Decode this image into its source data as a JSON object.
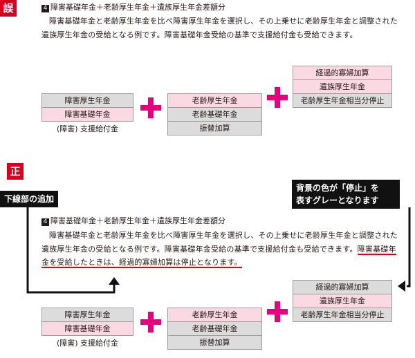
{
  "wrong": {
    "badge": "誤",
    "heading_num": "4",
    "heading": "障害基礎年金＋老齢厚生年金＋遺族厚生年金差額分",
    "paragraph": "障害基礎年金と老齢厚生年金を比べ障害厚生年金を選択し、その上乗せに老齢厚生年金と調整された遺族厚生年金の受給となる例です。障害基礎年金受給の基準で支援給付金も受給できます。",
    "col1": [
      "障害厚生年金",
      "障害基礎年金"
    ],
    "col1_label": "(障害) 支援給付金",
    "col2": [
      "老齢厚生年金",
      "老齢基礎年金",
      "振替加算"
    ],
    "col3": [
      "経過的寡婦加算",
      "遺族厚生年金",
      "老齢厚生年金相当分停止"
    ]
  },
  "correct": {
    "badge": "正",
    "heading_num": "4",
    "heading": "障害基礎年金＋老齢厚生年金＋遺族厚生年金差額分",
    "paragraph": "障害基礎年金と老齢厚生年金を比べ障害厚生年金を選択し、その上乗せに老齢厚生年金と調整された遺族厚生年金の受給となる例です。障害基礎年金受給の基準で支援給付金も受給できます。",
    "added_sentence": "障害基礎年金を受給したときは、経過的寡婦加算は停止となります。",
    "col1": [
      "障害厚生年金",
      "障害基礎年金"
    ],
    "col1_label": "(障害) 支援給付金",
    "col2": [
      "老齢厚生年金",
      "老齢基礎年金",
      "振替加算"
    ],
    "col3": [
      "経過的寡婦加算",
      "遺族厚生年金",
      "老齢厚生年金相当分停止"
    ]
  },
  "callouts": {
    "left": "下線部の追加",
    "right_line1": "背景の色が「停止」を",
    "right_line2": "表すグレーとなります"
  },
  "colors": {
    "accent_red": "#d7001f",
    "plus_magenta": "#e5007f",
    "pink_fill": "#fad9e3",
    "gray_fill": "#dcdcdc"
  }
}
